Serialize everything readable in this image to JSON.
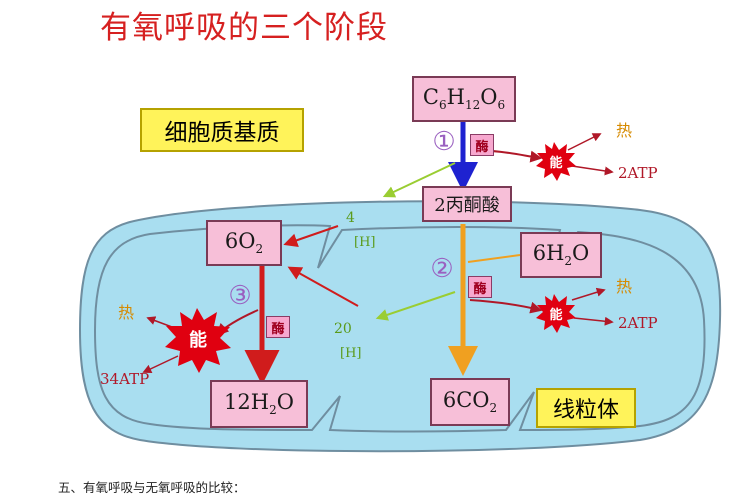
{
  "title": "有氧呼吸的三个阶段",
  "caption": "五、有氧呼吸与无氧呼吸的比较：",
  "regions": {
    "cytoplasm": "细胞质基质",
    "mitochondrion": "线粒体"
  },
  "molecules": {
    "glucose": {
      "C": "C",
      "n1": "6",
      "H": "H",
      "n2": "12",
      "O": "O",
      "n3": "6"
    },
    "pyruvate": "2丙酮酸",
    "oxygen": {
      "base": "6O",
      "sub": "2"
    },
    "water_in": {
      "a": "6H",
      "sub": "2",
      "b": "O"
    },
    "water_out": {
      "a": "12H",
      "sub": "2",
      "b": "O"
    },
    "co2": {
      "a": "6CO",
      "sub": "2"
    }
  },
  "stages": {
    "s1": "①",
    "s2": "②",
    "s3": "③"
  },
  "enzyme": "酶",
  "energy": "能",
  "heat": "热",
  "atp": {
    "s1": "2ATP",
    "s2": "2ATP",
    "s3": "34ATP"
  },
  "hydrogen": {
    "h4_num": "4",
    "h4_unit": "[H]",
    "h20_num": "20",
    "h20_unit": "[H]"
  },
  "colors": {
    "title": "#d62020",
    "arrow_blue": "#1e22d0",
    "arrow_orange": "#f0a020",
    "arrow_red": "#d01c1c",
    "arrow_green": "#9acd32",
    "arrow_dark_red": "#b01828",
    "mito_fill": "#a9def0",
    "burst": "#e00010"
  }
}
